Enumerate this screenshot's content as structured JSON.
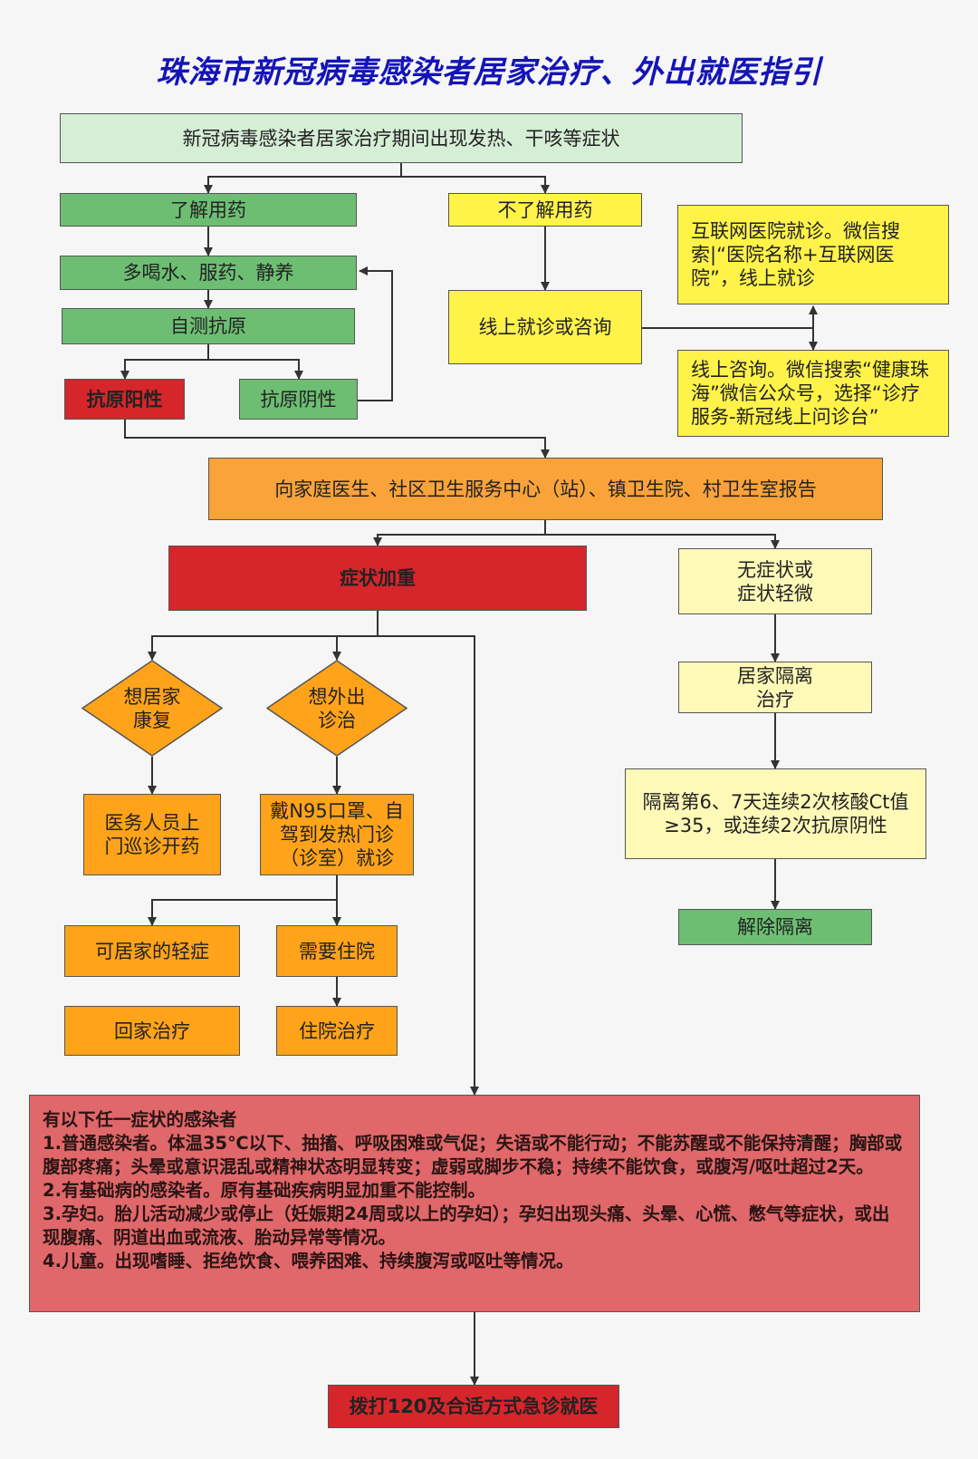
{
  "title": "珠海市新冠病毒感染者居家治疗、外出就医指引",
  "nodes": {
    "start": "新冠病毒感染者居家治疗期间出现发热、干咳等症状",
    "know_med": "了解用药",
    "not_know_med": "不了解用药",
    "drink": "多喝水、服药、静养",
    "self_test": "自测抗原",
    "pos": "抗原阳性",
    "neg": "抗原阴性",
    "online": "线上就诊或咨询",
    "internet_hosp": "互联网医院就诊。微信搜索|“医院名称+互联网医院”，线上就诊",
    "online_consult": "线上咨询。微信搜索“健康珠海”微信公众号，选择“诊疗服务-新冠线上问诊台”",
    "report": "向家庭医生、社区卫生服务中心（站）、镇卫生院、村卫生室报告",
    "worse": "症状加重",
    "mild": "无症状或\n症状轻微",
    "home_iso": "居家隔离\n治疗",
    "iso_cond": "隔离第6、7天连续2次核酸Ct值≥35，或连续2次抗原阴性",
    "release": "解除隔离",
    "want_home": "想居家\n康复",
    "want_out": "想外出\n诊治",
    "doctor_visit": "医务人员上\n门巡诊开药",
    "n95": "戴N95口罩、自驾到发热门诊（诊室）就诊",
    "light_home": "可居家的轻症",
    "need_hosp": "需要住院",
    "home_treat": "回家治疗",
    "hosp_treat": "住院治疗",
    "emergency": "拨打120及合适方式急诊就医"
  },
  "symptoms": {
    "heading": "有以下任一症状的感染者",
    "items": [
      "1.普通感染者。体温35℃以下、抽搐、呼吸困难或气促；失语或不能行动；不能苏醒或不能保持清醒；胸部或腹部疼痛；头晕或意识混乱或精神状态明显转变；虚弱或脚步不稳；持续不能饮食，或腹泻/呕吐超过2天。",
      "2.有基础病的感染者。原有基础疾病明显加重不能控制。",
      "3.孕妇。胎儿活动减少或停止（妊娠期24周或以上的孕妇）；孕妇出现头痛、头晕、心慌、憋气等症状，或出现腹痛、阴道出血或流液、胎动异常等情况。",
      "4.儿童。出现嗜睡、拒绝饮食、喂养困难、持续腹泻或呕吐等情况。"
    ]
  },
  "colors": {
    "title": "#1414b8",
    "light_green": "#d6eed6",
    "green": "#6dbe73",
    "yellow": "#fff34a",
    "light_yellow": "#fff9b8",
    "orange": "#f9a33a",
    "red": "#d6262b",
    "pink": "#e0686a"
  }
}
